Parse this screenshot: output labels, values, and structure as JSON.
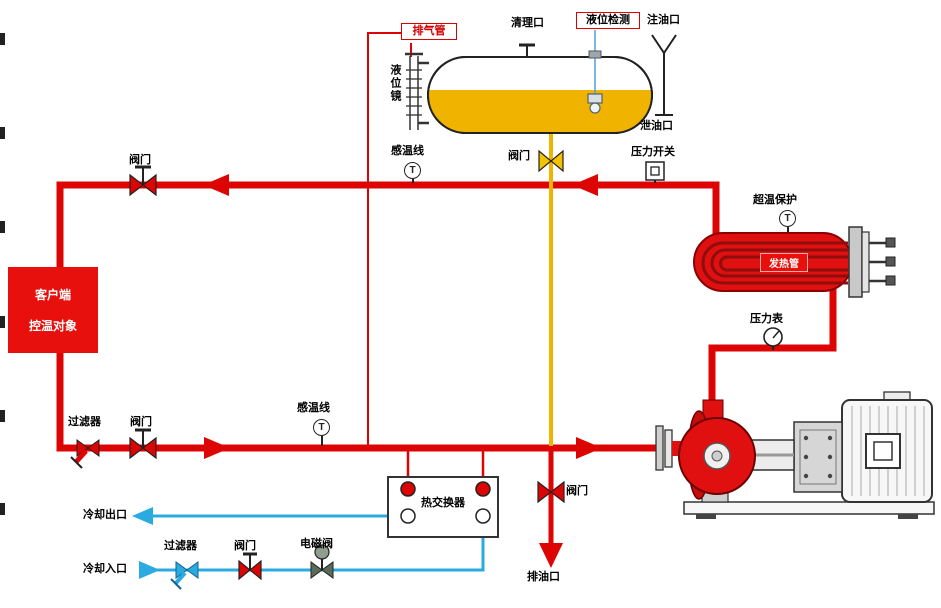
{
  "colors": {
    "hot_pipe": "#dd0404",
    "cool_pipe": "#29abe2",
    "oil_yellow": "#f0b400",
    "component_red": "#e01010"
  },
  "tank": {
    "exhaust_pipe": "排气管",
    "cleaning_port": "清理口",
    "level_detector": "液位检测",
    "fill_port": "注油口",
    "tank_drain_port": "泄油口",
    "level_gauge": "液位镜"
  },
  "top_line": {
    "valve": "阀门",
    "temp_sensor": "感温线",
    "temp_symbol": "T",
    "bypass_valve": "阀门",
    "pressure_switch": "压力开关"
  },
  "heater": {
    "overtemp_protection": "超温保护",
    "overtemp_symbol": "T",
    "heating_tube": "发热管",
    "pressure_gauge": "压力表"
  },
  "client": {
    "line1": "客户端",
    "line2": "控温对象"
  },
  "return_line": {
    "filter": "过滤器",
    "valve": "阀门",
    "temp_sensor": "感温线",
    "temp_symbol": "T"
  },
  "drain": {
    "valve": "阀门",
    "port": "排油口"
  },
  "cooling": {
    "heat_exchanger": "热交换器",
    "outlet": "冷却出口",
    "inlet": "冷却入口",
    "filter": "过滤器",
    "valve": "阀门",
    "solenoid_valve": "电磁阀"
  }
}
